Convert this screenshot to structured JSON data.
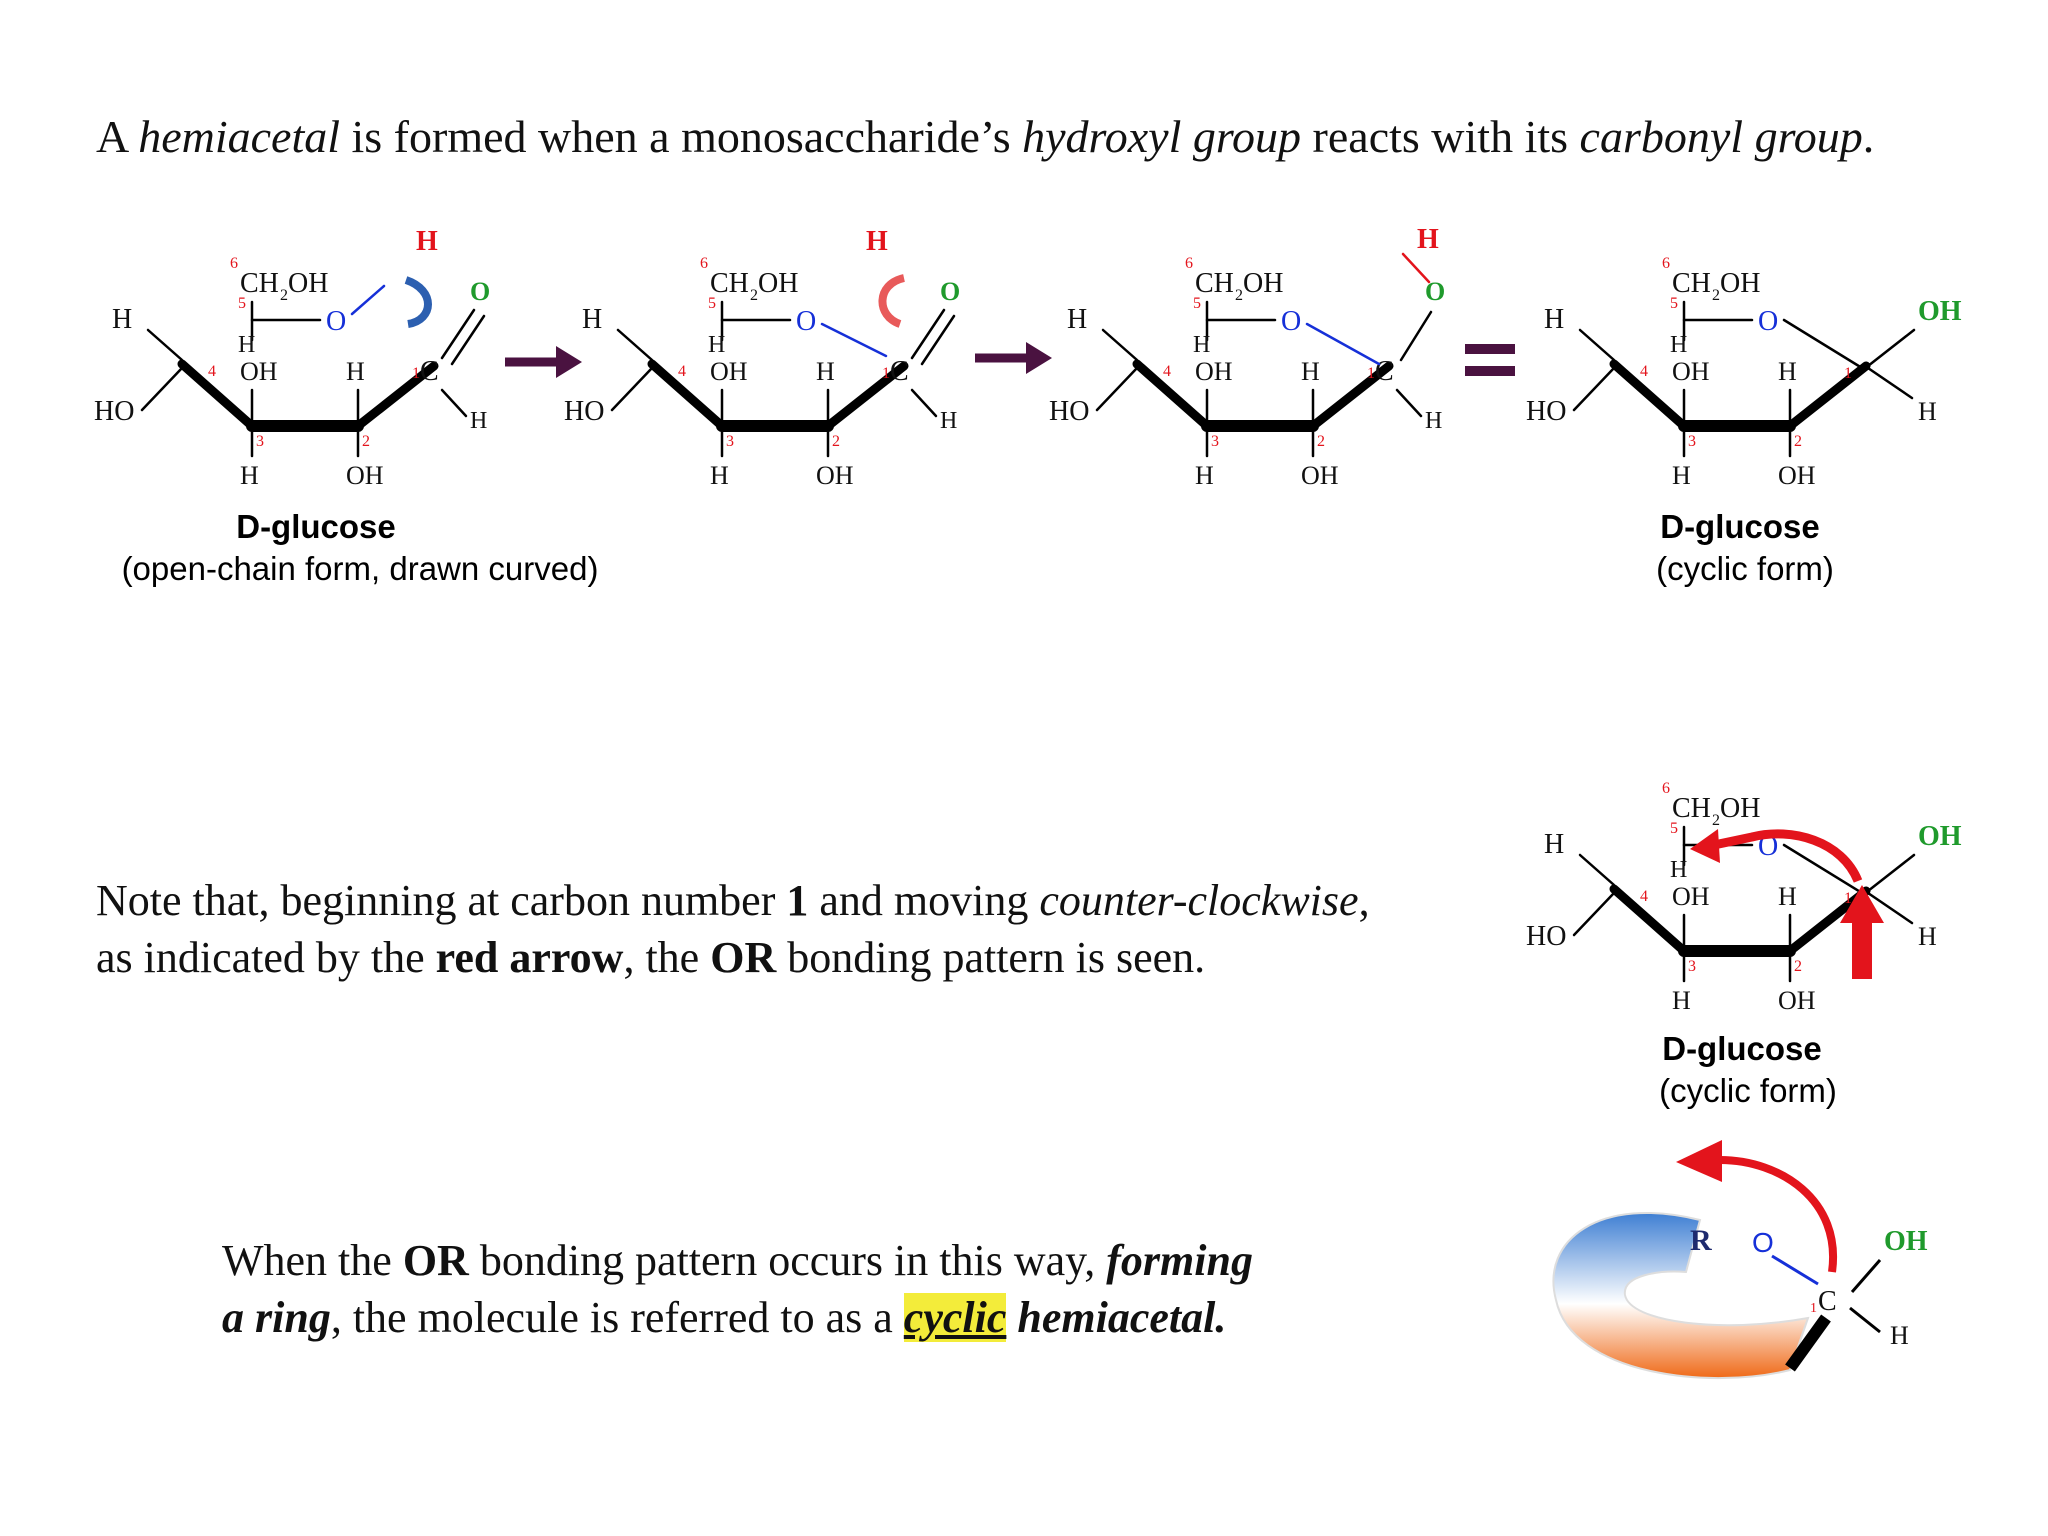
{
  "intro": {
    "p1": "A ",
    "term_hemiacetal": "hemiacetal",
    "p2": " is formed when a monosaccharide’s ",
    "term_hydroxyl": "hydroxyl group",
    "p3": " reacts with its ",
    "term_carbonyl": "carbonyl group",
    "p4": "."
  },
  "note": {
    "l1a": "Note that, beginning at carbon number ",
    "l1b": "1",
    "l1c": " and moving ",
    "l1d": "counter-clockwise",
    "l1e": ",",
    "l2a": "as indicated by the ",
    "l2b": "red arrow",
    "l2c": ", the ",
    "l2d": "OR",
    "l2e": " bonding pattern is seen."
  },
  "when": {
    "a": "When the ",
    "b": "OR",
    "c": " bonding pattern occurs in this way, ",
    "d": "forming",
    "e": "a ring",
    "f": ", the molecule is referred to as a ",
    "g": "cyclic",
    "h": "hemiacetal."
  },
  "labels": {
    "open_name": "D-glucose",
    "open_desc": "(open-chain form, drawn curved)",
    "cyclic_name": "D-glucose",
    "cyclic_desc": "(cyclic form)",
    "cyclic2_name": "D-glucose",
    "cyclic2_desc": "(cyclic form)"
  },
  "chem": {
    "ch2oh_six": "6",
    "ch2oh": "CH",
    "ch2oh_sub": "2",
    "ch2oh_tail": "OH",
    "h": "H",
    "ho": "HO",
    "oh": "OH",
    "o": "O",
    "c": "C",
    "r": "R",
    "n1": "1",
    "n2": "2",
    "n3": "3",
    "n4": "4",
    "n5": "5"
  },
  "colors": {
    "oxygen_green": "#1f9a2c",
    "oxygen_blue": "#1630d8",
    "hydrogen_red": "#e3141c",
    "arrow_purple": "#4a1240",
    "highlight": "#f3ec3a"
  }
}
